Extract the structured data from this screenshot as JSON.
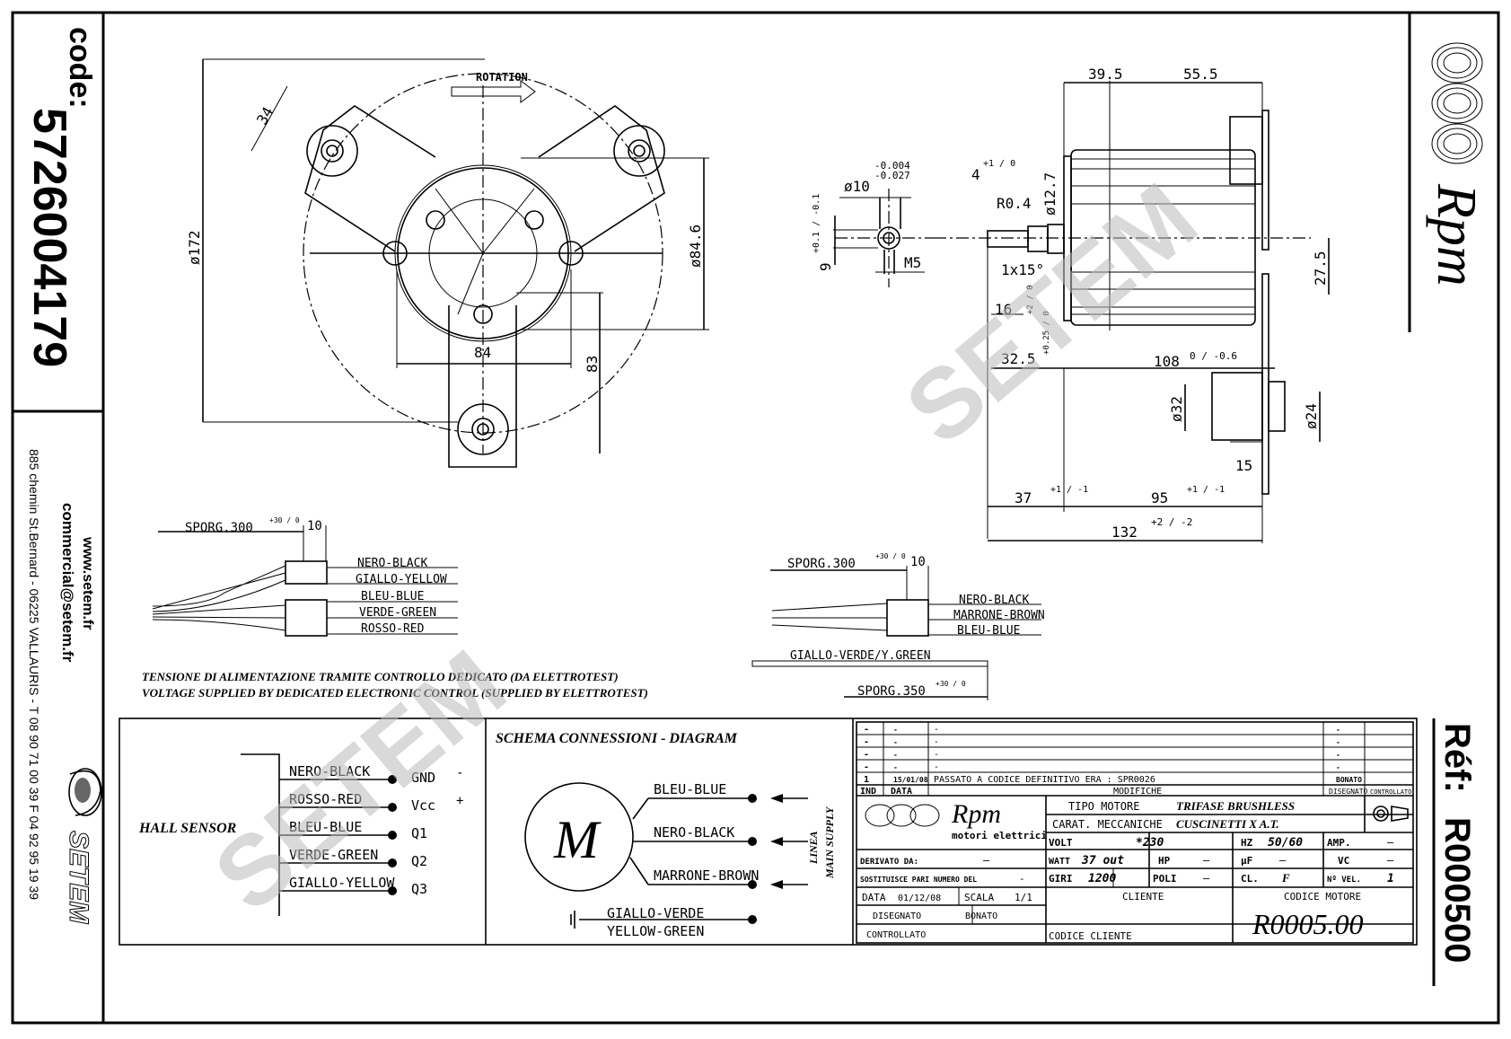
{
  "sidebar_left": {
    "code_label": "code:",
    "code_value": "5726004179",
    "website": "www.setem.fr",
    "email": "commercial@setem.fr",
    "address": "885 chemin St.Bernard - 06225 VALLAURIS - T 08 90 71 00 39  F 04 92 95 19 39",
    "brand": "SETEM"
  },
  "sidebar_right": {
    "brand": "Rpm",
    "ref_label": "Réf:",
    "ref_value": "R000500"
  },
  "front_view": {
    "rotation_label": "ROTATION",
    "dims": {
      "outer_dia": "ø172",
      "arm_width": "34",
      "body_dia": "ø84.6",
      "hole_spacing": "84",
      "bottom_offset": "83"
    }
  },
  "shaft_detail": {
    "dia": "ø10",
    "dia_tol_upper": "-0.004",
    "dia_tol_lower": "-0.027",
    "flat": "9",
    "flat_tol": "+0.1 / -0.1",
    "thread": "M5"
  },
  "side_view": {
    "dims": {
      "d1": "39.5",
      "d2": "55.5",
      "key": "4",
      "key_tol": "+1 / 0",
      "radius": "R0.4",
      "shaft_dia": "ø12.7",
      "chamfer": "1x15°",
      "shaft_len": "16",
      "shaft_len_tol": "+2 / 0",
      "flange": "32.5",
      "flange_tol": "+0.25 / 0",
      "body_len": "108",
      "body_len_tol": "0 / -0.6",
      "connector_offset": "27.5",
      "hub_dia": "ø32",
      "hub_dia2": "ø24",
      "hub_len": "15",
      "front_len": "37",
      "front_tol": "+1 / -1",
      "rear_len": "95",
      "rear_tol": "+1 / -1",
      "total_len": "132",
      "total_tol": "+2 / -2"
    }
  },
  "cable_left": {
    "sporg": "SPORG.300",
    "sporg_tol": "+30 / 0",
    "pitch": "10",
    "wires": [
      "NERO-BLACK",
      "GIALLO-YELLOW",
      "BLEU-BLUE",
      "VERDE-GREEN",
      "ROSSO-RED"
    ]
  },
  "cable_right": {
    "sporg": "SPORG.300",
    "sporg_tol": "+30 / 0",
    "pitch": "10",
    "wires": [
      "NERO-BLACK",
      "MARRONE-BROWN",
      "BLEU-BLUE"
    ],
    "earth": "GIALLO-VERDE/Y.GREEN",
    "earth_sporg": "SPORG.350",
    "earth_tol": "+30 / 0"
  },
  "notes": {
    "line1": "TENSIONE DI ALIMENTAZIONE TRAMITE CONTROLLO DEDICATO (DA ELETTROTEST)",
    "line2": "VOLTAGE SUPPLIED BY DEDICATED ELECTRONIC CONTROL (SUPPLIED BY ELETTROTEST)"
  },
  "hall_sensor": {
    "title": "HALL SENSOR",
    "wires": [
      {
        "color": "NERO-BLACK",
        "signal": "GND",
        "sign": "-"
      },
      {
        "color": "ROSSO-RED",
        "signal": "Vcc",
        "sign": "+"
      },
      {
        "color": "BLEU-BLUE",
        "signal": "Q1",
        "sign": ""
      },
      {
        "color": "VERDE-GREEN",
        "signal": "Q2",
        "sign": ""
      },
      {
        "color": "GIALLO-YELLOW",
        "signal": "Q3",
        "sign": ""
      }
    ]
  },
  "schema": {
    "title": "SCHEMA CONNESSIONI - DIAGRAM",
    "motor_label": "M",
    "phases": [
      "BLEU-BLUE",
      "NERO-BLACK",
      "MARRONE-BROWN"
    ],
    "earth_1": "GIALLO-VERDE",
    "earth_2": "YELLOW-GREEN",
    "supply_1": "LINEA",
    "supply_2": "MAIN SUPPLY"
  },
  "title_block": {
    "revisions": [
      {
        "ind": "-",
        "data": "-",
        "mod": "-",
        "dis": "-",
        "ctrl": ""
      },
      {
        "ind": "-",
        "data": "-",
        "mod": "-",
        "dis": "-",
        "ctrl": ""
      },
      {
        "ind": "-",
        "data": "-",
        "mod": "-",
        "dis": "-",
        "ctrl": ""
      },
      {
        "ind": "-",
        "data": "-",
        "mod": "-",
        "dis": "-",
        "ctrl": ""
      },
      {
        "ind": "1",
        "data": "15/01/08",
        "mod": "PASSATO A CODICE DEFINITIVO ERA : SPR0026",
        "dis": "BONATO",
        "ctrl": ""
      }
    ],
    "headers": {
      "ind": "IND",
      "data": "DATA",
      "mod": "MODIFICHE",
      "dis": "DISEGNATO",
      "ctrl": "CONTROLLATO"
    },
    "logo_text": "Rpm",
    "logo_sub": "motori elettrici",
    "derivato_label": "DERIVATO DA:",
    "derivato_value": "—",
    "sostituisce_label": "SOSTITUISCE PARI NUMERO DEL",
    "sostituisce_value": "-",
    "data_label": "DATA",
    "data_value": "01/12/08",
    "scala_label": "SCALA",
    "scala_value": "1/1",
    "disegnato_label": "DISEGNATO",
    "disegnato_value": "BONATO",
    "controllato_label": "CONTROLLATO",
    "tipo_label": "TIPO MOTORE",
    "tipo_value": "TRIFASE BRUSHLESS",
    "carat_label": "CARAT. MECCANICHE",
    "carat_value": "CUSCINETTI X A.T.",
    "volt_label": "VOLT",
    "volt_value": "*230",
    "hz_label": "HZ",
    "hz_value": "50/60",
    "amp_label": "AMP.",
    "amp_value": "—",
    "watt_label": "WATT",
    "watt_value": "37 out",
    "hp_label": "HP",
    "hp_value": "—",
    "uf_label": "µF",
    "uf_value": "—",
    "vc_label": "VC",
    "vc_value": "—",
    "giri_label": "GIRI",
    "giri_value": "1200",
    "poli_label": "POLI",
    "poli_value": "—",
    "cl_label": "CL.",
    "cl_value": "F",
    "nvel_label": "Nº VEL.",
    "nvel_value": "1",
    "cliente_label": "CLIENTE",
    "codice_cliente_label": "CODICE CLIENTE",
    "codice_motore_label": "CODICE MOTORE",
    "codice_motore_value": "R0005.00"
  },
  "watermark": "SETEM"
}
